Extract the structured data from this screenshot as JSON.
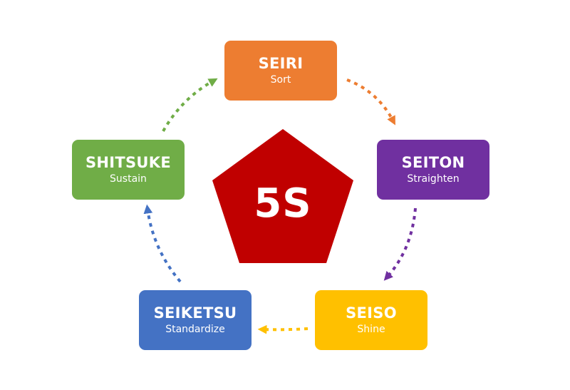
{
  "center": {
    "label": "5S",
    "color": "#c00000"
  },
  "steps": [
    {
      "id": "seiri",
      "title": "SEIRI",
      "subtitle": "Sort",
      "color": "#ed7d31"
    },
    {
      "id": "seiton",
      "title": "SEITON",
      "subtitle": "Straighten",
      "color": "#7030a0"
    },
    {
      "id": "seiso",
      "title": "SEISO",
      "subtitle": "Shine",
      "color": "#ffc000"
    },
    {
      "id": "seiketsu",
      "title": "SEIKETSU",
      "subtitle": "Standardize",
      "color": "#4472c4"
    },
    {
      "id": "shitsuke",
      "title": "SHITSUKE",
      "subtitle": "Sustain",
      "color": "#70ad47"
    }
  ],
  "connectors": [
    {
      "from": "seiri",
      "to": "seiton",
      "color": "#ed7d31"
    },
    {
      "from": "seiton",
      "to": "seiso",
      "color": "#7030a0"
    },
    {
      "from": "seiso",
      "to": "seiketsu",
      "color": "#ffc000"
    },
    {
      "from": "seiketsu",
      "to": "shitsuke",
      "color": "#4472c4"
    },
    {
      "from": "shitsuke",
      "to": "seiri",
      "color": "#70ad47"
    }
  ]
}
